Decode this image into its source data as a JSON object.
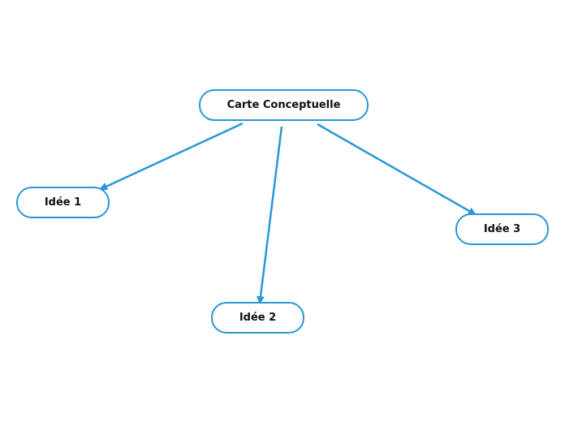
{
  "diagram": {
    "type": "concept-map",
    "colors": {
      "accent": "#2997d8",
      "node_fill": "#ffffff",
      "text": "#111111"
    },
    "root": {
      "label": "Carte Conceptuelle"
    },
    "children": [
      {
        "label": "Idée 1"
      },
      {
        "label": "Idée 2"
      },
      {
        "label": "Idée 3"
      }
    ],
    "edges": [
      {
        "from": "root",
        "to": "children.0"
      },
      {
        "from": "root",
        "to": "children.1"
      },
      {
        "from": "root",
        "to": "children.2"
      }
    ]
  }
}
